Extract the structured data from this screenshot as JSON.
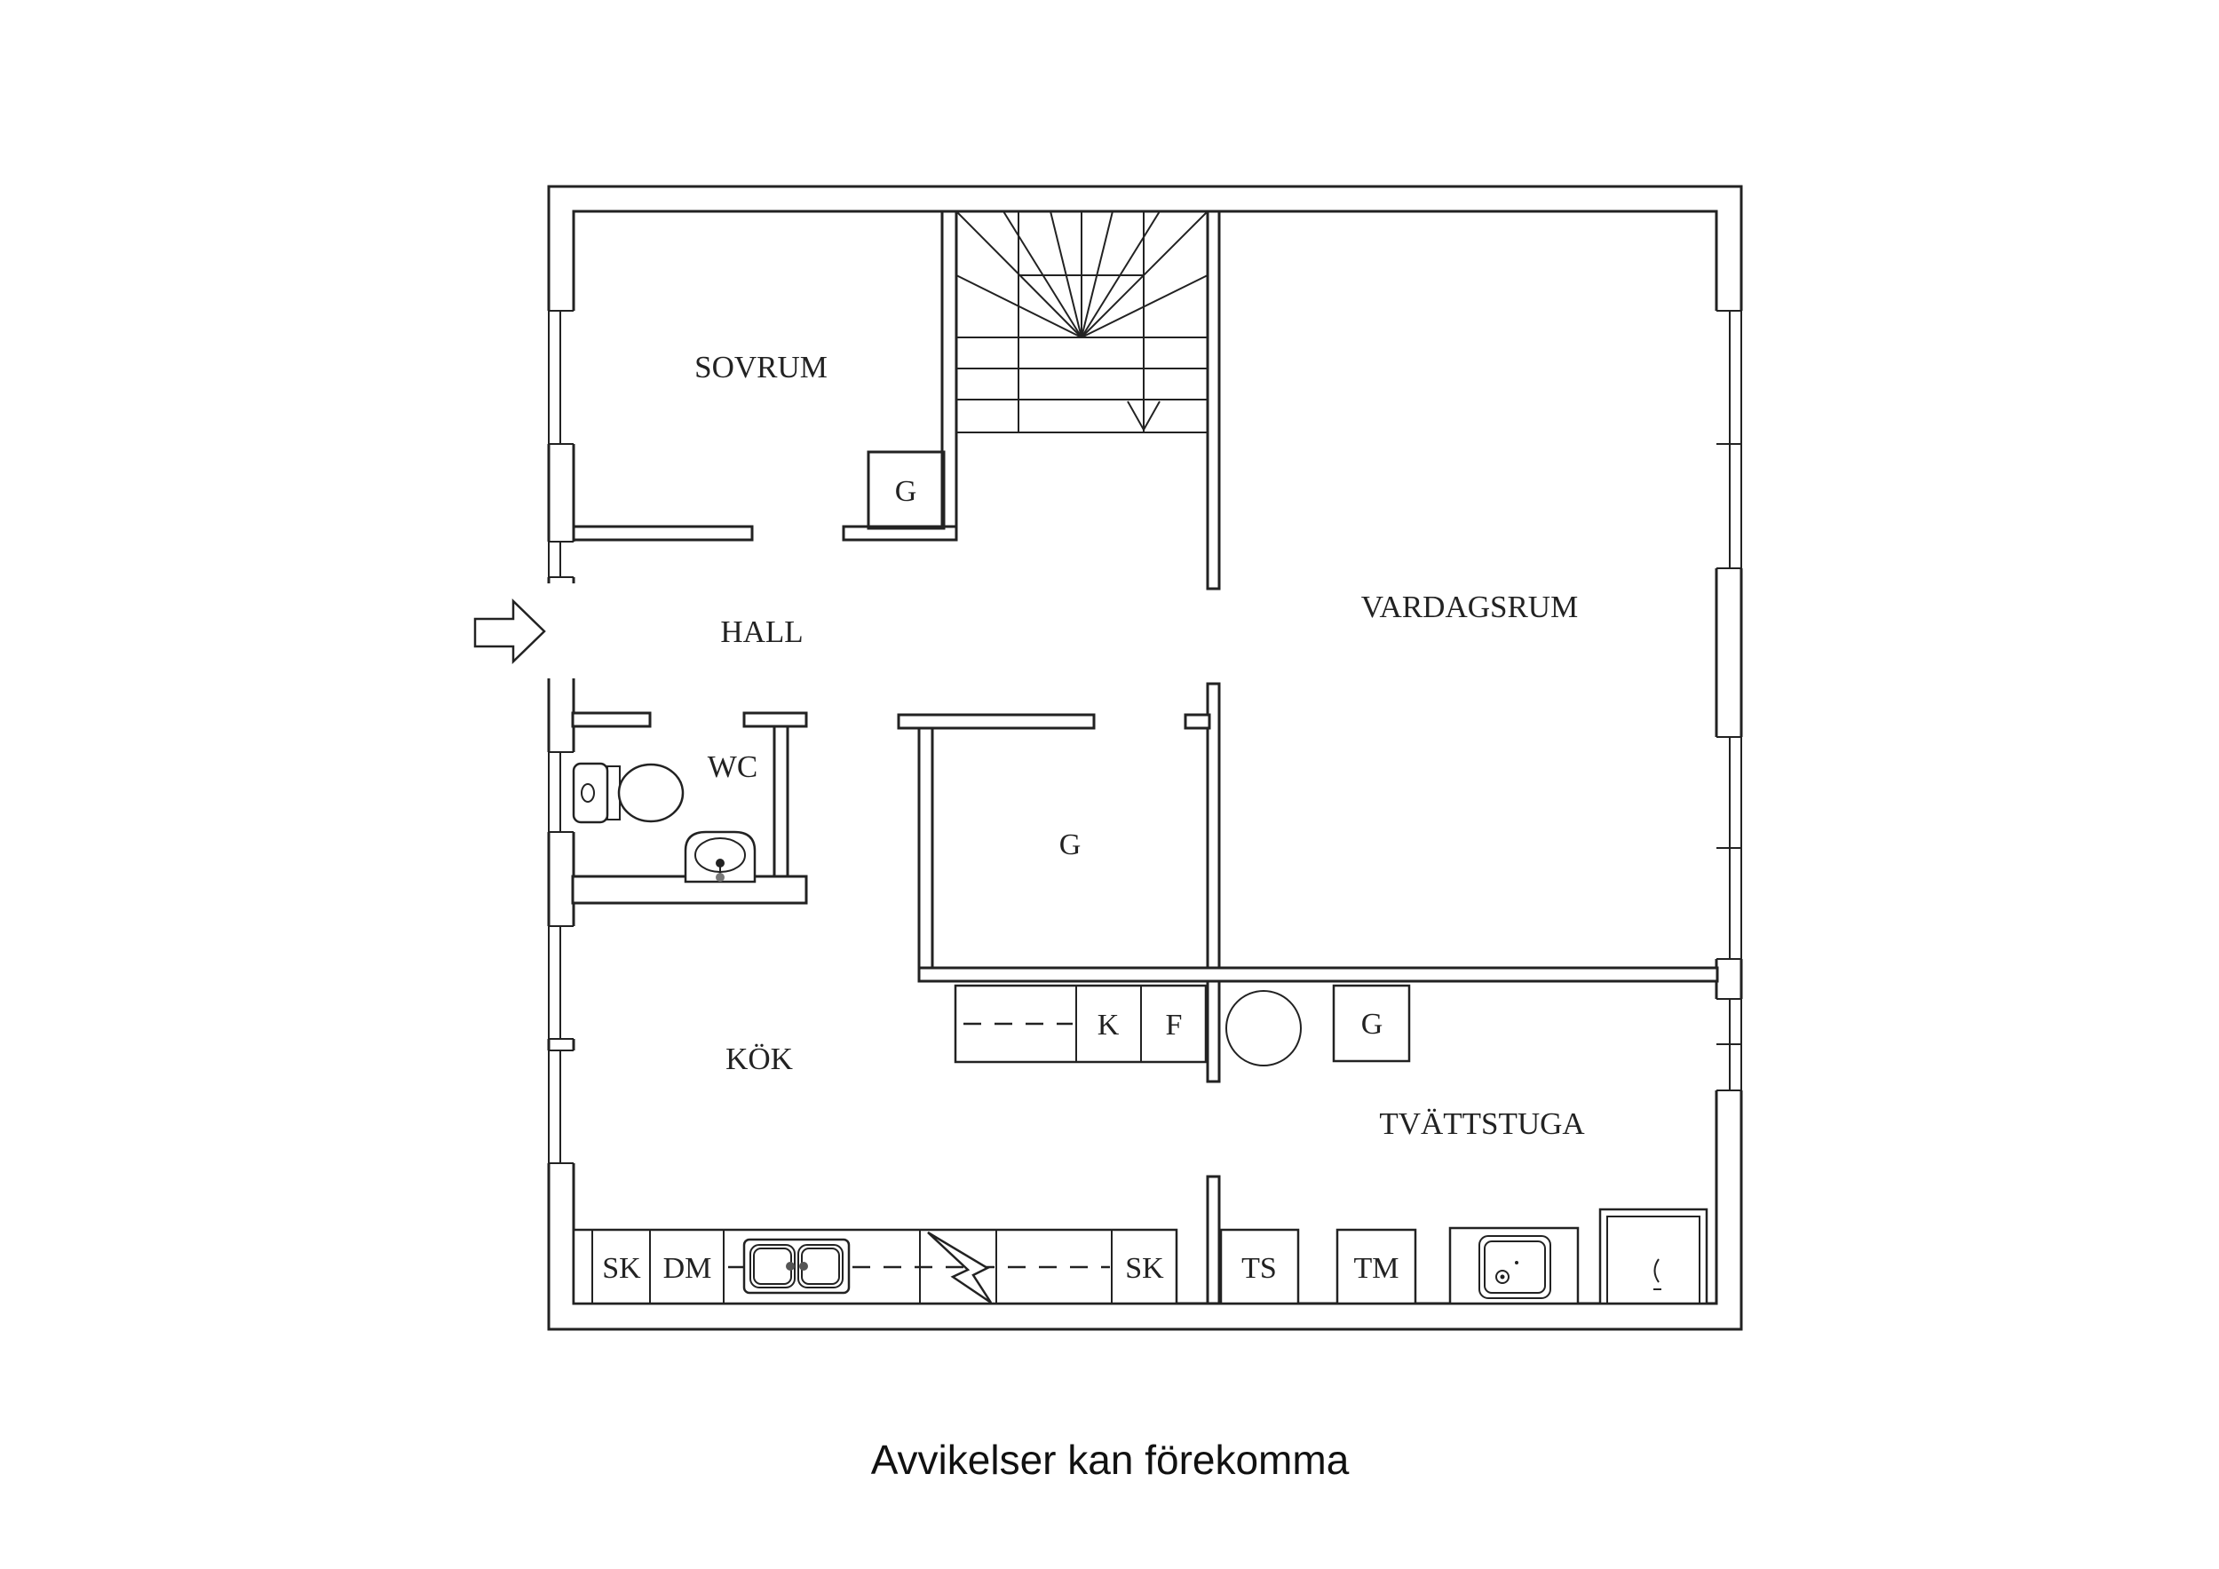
{
  "colors": {
    "line": "#222222",
    "note": "#111111",
    "bg": "#ffffff"
  },
  "floor_plan": {
    "rooms": {
      "bedroom": {
        "label": "SOVRUM"
      },
      "hall": {
        "label": "HALL"
      },
      "wc": {
        "label": "WC"
      },
      "living_room": {
        "label": "VARDAGSRUM"
      },
      "kitchen": {
        "label": "KÖK"
      },
      "laundry_room": {
        "label": "TVÄTTSTUGA"
      }
    },
    "fixtures": {
      "wardrobe": "G",
      "cooler": "K",
      "freezer": "F",
      "cupboard": "SK",
      "dishwasher": "DM",
      "drying_cabinet": "TS",
      "washing_machine": "TM"
    }
  },
  "footer": {
    "disclaimer": "Avvikelser kan förekomma"
  }
}
